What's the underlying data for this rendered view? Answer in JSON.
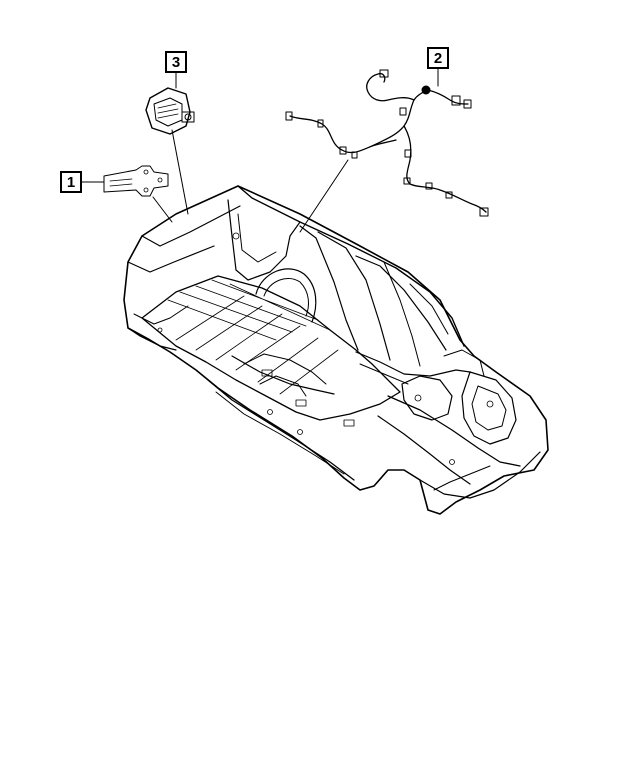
{
  "callouts": [
    {
      "number": "1",
      "part": "bracket"
    },
    {
      "number": "2",
      "part": "wiring-harness"
    },
    {
      "number": "3",
      "part": "module"
    }
  ],
  "colors": {
    "line": "#000000",
    "background": "#ffffff"
  }
}
